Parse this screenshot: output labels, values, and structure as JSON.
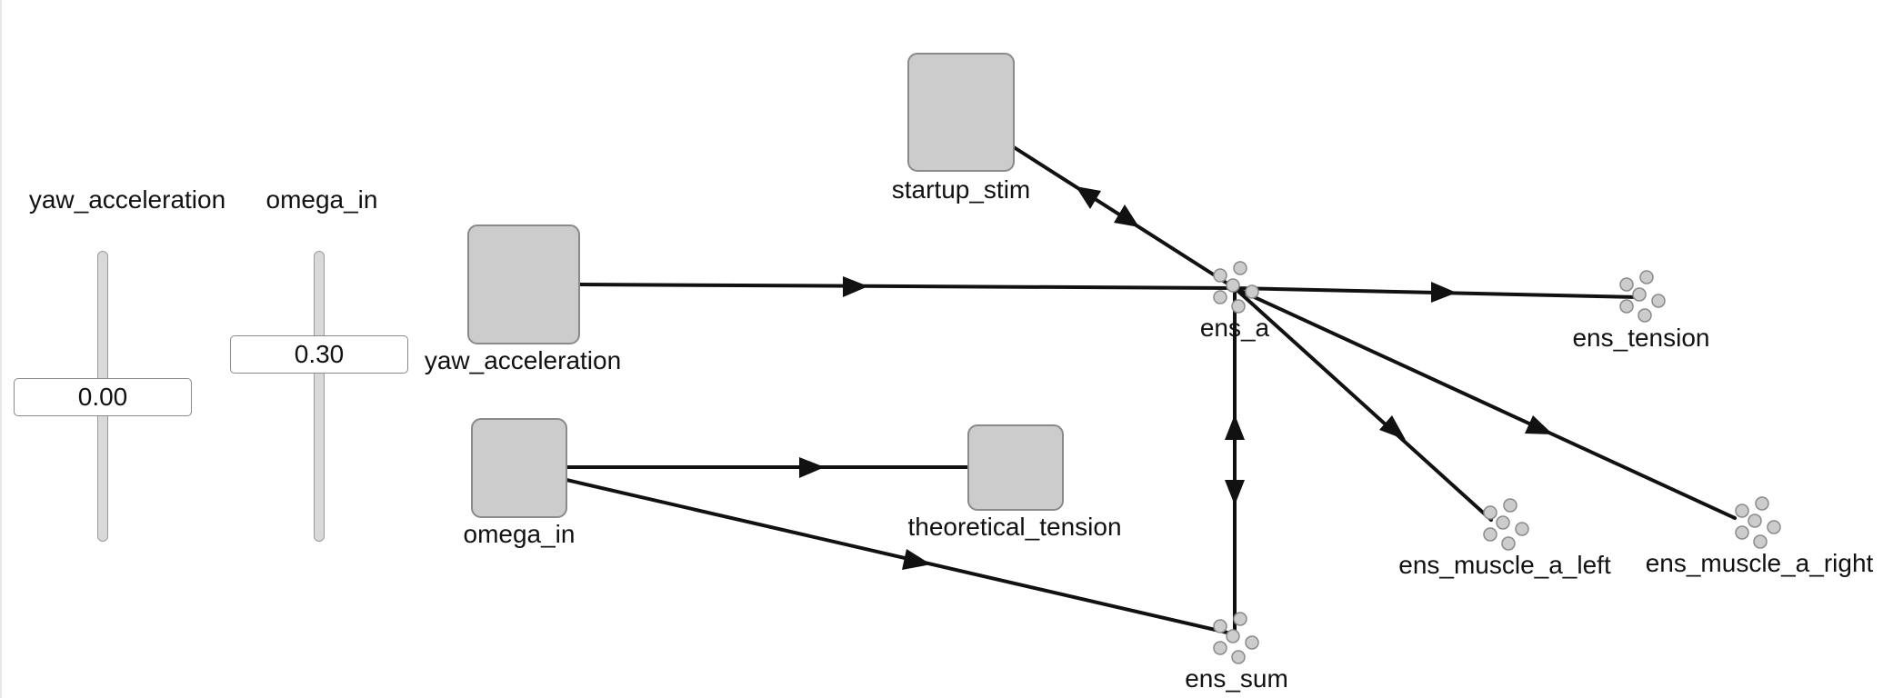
{
  "sliders": [
    {
      "label": "yaw_acceleration",
      "value": "0.00",
      "level": 0.5
    },
    {
      "label": "omega_in",
      "value": "0.30",
      "level": 0.65
    }
  ],
  "nodes": {
    "startup_stim": {
      "label": "startup_stim",
      "kind": "node"
    },
    "yaw_acceleration": {
      "label": "yaw_acceleration",
      "kind": "node"
    },
    "omega_in": {
      "label": "omega_in",
      "kind": "node"
    },
    "theoretical_tension": {
      "label": "theoretical_tension",
      "kind": "node"
    },
    "ens_a": {
      "label": "ens_a",
      "kind": "ensemble"
    },
    "ens_tension": {
      "label": "ens_tension",
      "kind": "ensemble"
    },
    "ens_muscle_a_left": {
      "label": "ens_muscle_a_left",
      "kind": "ensemble"
    },
    "ens_muscle_a_right": {
      "label": "ens_muscle_a_right",
      "kind": "ensemble"
    },
    "ens_sum": {
      "label": "ens_sum",
      "kind": "ensemble"
    }
  },
  "connections": [
    {
      "from": "yaw_acceleration",
      "to": "ens_a"
    },
    {
      "from": "ens_a",
      "to": "ens_tension"
    },
    {
      "from": "ens_a",
      "to": "ens_muscle_a_left"
    },
    {
      "from": "ens_a",
      "to": "ens_muscle_a_right"
    },
    {
      "from": "omega_in",
      "to": "theoretical_tension"
    },
    {
      "from": "omega_in",
      "to": "ens_sum"
    },
    {
      "from": "startup_stim",
      "to": "ens_a"
    },
    {
      "from": "ens_a",
      "to": "startup_stim"
    },
    {
      "from": "ens_a",
      "to": "ens_sum"
    },
    {
      "from": "ens_sum",
      "to": "ens_a"
    }
  ],
  "colors": {
    "node_fill": "#cccccc",
    "node_stroke": "#8a8a8a",
    "edge": "#111111",
    "slider_track": "#d9d9d9"
  }
}
